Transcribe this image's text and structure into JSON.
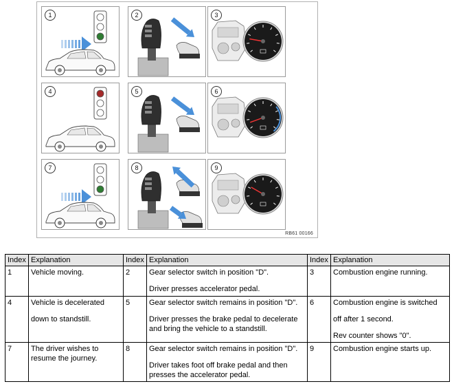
{
  "figure": {
    "reference": "RB61 00166",
    "panels": [
      {
        "number": "1",
        "scene": "car-moving"
      },
      {
        "number": "2",
        "scene": "accelerator"
      },
      {
        "number": "3",
        "scene": "engine-running"
      },
      {
        "number": "4",
        "scene": "car-stopping"
      },
      {
        "number": "5",
        "scene": "brake"
      },
      {
        "number": "6",
        "scene": "engine-off"
      },
      {
        "number": "7",
        "scene": "car-resume"
      },
      {
        "number": "8",
        "scene": "brake-release"
      },
      {
        "number": "9",
        "scene": "engine-start"
      }
    ],
    "colors": {
      "arrow": "#4a90d9",
      "green": "#2e7d32",
      "red": "#a52a2a",
      "gauge": "#1a1a1a"
    }
  },
  "table": {
    "headers": [
      "Index",
      "Explanation",
      "Index",
      "Explanation",
      "Index",
      "Explanation"
    ],
    "rows": [
      [
        {
          "index": "1",
          "lines": [
            "Vehicle moving."
          ]
        },
        {
          "index": "2",
          "lines": [
            "Gear selector switch in position \"D\".",
            "Driver presses accelerator pedal."
          ]
        },
        {
          "index": "3",
          "lines": [
            "Combustion engine running."
          ]
        }
      ],
      [
        {
          "index": "4",
          "lines": [
            "Vehicle is decelerated",
            "down to standstill."
          ]
        },
        {
          "index": "5",
          "lines": [
            "Gear selector switch remains in position \"D\".",
            "Driver presses the brake pedal to decelerate and bring the vehicle to a standstill."
          ]
        },
        {
          "index": "6",
          "lines": [
            "Combustion engine is switched",
            "off after 1 second.",
            "Rev counter shows \"0\"."
          ]
        }
      ],
      [
        {
          "index": "7",
          "lines": [
            "The driver wishes to resume the journey."
          ]
        },
        {
          "index": "8",
          "lines": [
            "Gear selector switch remains in position \"D\".",
            "Driver takes foot off brake pedal and then presses the accelerator pedal."
          ]
        },
        {
          "index": "9",
          "lines": [
            "Combustion engine starts up."
          ]
        }
      ]
    ]
  }
}
